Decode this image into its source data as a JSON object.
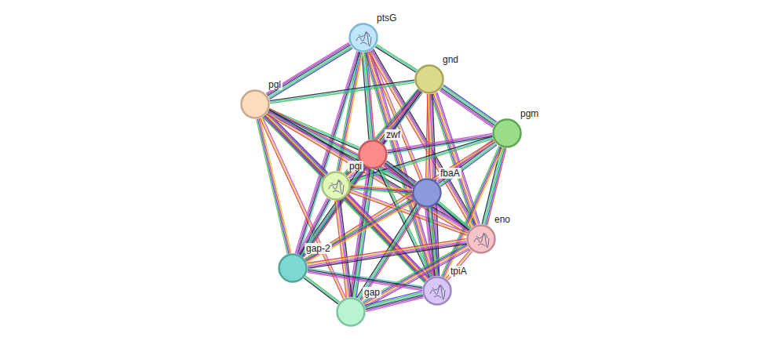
{
  "diagram": {
    "nodes": [
      {
        "text": [
          "ptsG"
        ]
      },
      {
        "text": [
          "gnd"
        ]
      },
      {
        "text": [
          "pgl"
        ]
      },
      {
        "text": [
          "pgm"
        ]
      },
      {
        "text": [
          "zwf"
        ]
      },
      {
        "text": [
          "pgi"
        ]
      },
      {
        "text": [
          "fbaA"
        ]
      },
      {
        "text": [
          "eno"
        ]
      },
      {
        "text": [
          "gap-2"
        ]
      },
      {
        "text": [
          "tpiA"
        ]
      },
      {
        "text": [
          "gap"
        ]
      }
    ],
    "edges": [
      {
        "from": 0,
        "to": 1,
        "arrow": "none"
      },
      {
        "from": 0,
        "to": 2,
        "arrow": "none"
      },
      {
        "from": 0,
        "to": 4,
        "arrow": "none"
      },
      {
        "from": 0,
        "to": 5,
        "arrow": "none"
      },
      {
        "from": 0,
        "to": 6,
        "arrow": "none"
      },
      {
        "from": 0,
        "to": 9,
        "arrow": "none"
      },
      {
        "from": 0,
        "to": 7,
        "arrow": "none"
      },
      {
        "from": 0,
        "to": 8,
        "arrow": "none"
      },
      {
        "from": 1,
        "to": 2,
        "arrow": "none"
      },
      {
        "from": 1,
        "to": 3,
        "arrow": "none"
      },
      {
        "from": 1,
        "to": 4,
        "arrow": "none"
      },
      {
        "from": 1,
        "to": 5,
        "arrow": "none"
      },
      {
        "from": 1,
        "to": 6,
        "arrow": "none"
      },
      {
        "from": 1,
        "to": 7,
        "arrow": "none"
      },
      {
        "from": 1,
        "to": 9,
        "arrow": "none"
      },
      {
        "from": 1,
        "to": 8,
        "arrow": "none"
      },
      {
        "from": 2,
        "to": 4,
        "arrow": "none"
      },
      {
        "from": 2,
        "to": 5,
        "arrow": "none"
      },
      {
        "from": 2,
        "to": 6,
        "arrow": "none"
      },
      {
        "from": 2,
        "to": 8,
        "arrow": "none"
      },
      {
        "from": 2,
        "to": 10,
        "arrow": "none"
      },
      {
        "from": 2,
        "to": 9,
        "arrow": "none"
      },
      {
        "from": 2,
        "to": 7,
        "arrow": "none"
      },
      {
        "from": 3,
        "to": 4,
        "arrow": "none"
      },
      {
        "from": 3,
        "to": 5,
        "arrow": "none"
      },
      {
        "from": 3,
        "to": 6,
        "arrow": "none"
      },
      {
        "from": 3,
        "to": 7,
        "arrow": "none"
      },
      {
        "from": 3,
        "to": 9,
        "arrow": "none"
      },
      {
        "from": 3,
        "to": 8,
        "arrow": "none"
      },
      {
        "from": 4,
        "to": 5,
        "arrow": "none"
      },
      {
        "from": 4,
        "to": 6,
        "arrow": "none"
      },
      {
        "from": 4,
        "to": 7,
        "arrow": "none"
      },
      {
        "from": 4,
        "to": 9,
        "arrow": "none"
      },
      {
        "from": 4,
        "to": 10,
        "arrow": "none"
      },
      {
        "from": 4,
        "to": 8,
        "arrow": "none"
      },
      {
        "from": 5,
        "to": 6,
        "arrow": "none"
      },
      {
        "from": 5,
        "to": 7,
        "arrow": "none"
      },
      {
        "from": 5,
        "to": 9,
        "arrow": "none"
      },
      {
        "from": 5,
        "to": 10,
        "arrow": "none"
      },
      {
        "from": 5,
        "to": 8,
        "arrow": "none"
      },
      {
        "from": 6,
        "to": 7,
        "arrow": "none"
      },
      {
        "from": 6,
        "to": 9,
        "arrow": "none"
      },
      {
        "from": 6,
        "to": 10,
        "arrow": "none"
      },
      {
        "from": 6,
        "to": 8,
        "arrow": "none"
      },
      {
        "from": 7,
        "to": 9,
        "arrow": "none"
      },
      {
        "from": 7,
        "to": 10,
        "arrow": "none"
      },
      {
        "from": 7,
        "to": 8,
        "arrow": "none"
      },
      {
        "from": 8,
        "to": 9,
        "arrow": "none"
      },
      {
        "from": 8,
        "to": 10,
        "arrow": "none"
      },
      {
        "from": 10,
        "to": 9,
        "arrow": "none"
      }
    ]
  }
}
